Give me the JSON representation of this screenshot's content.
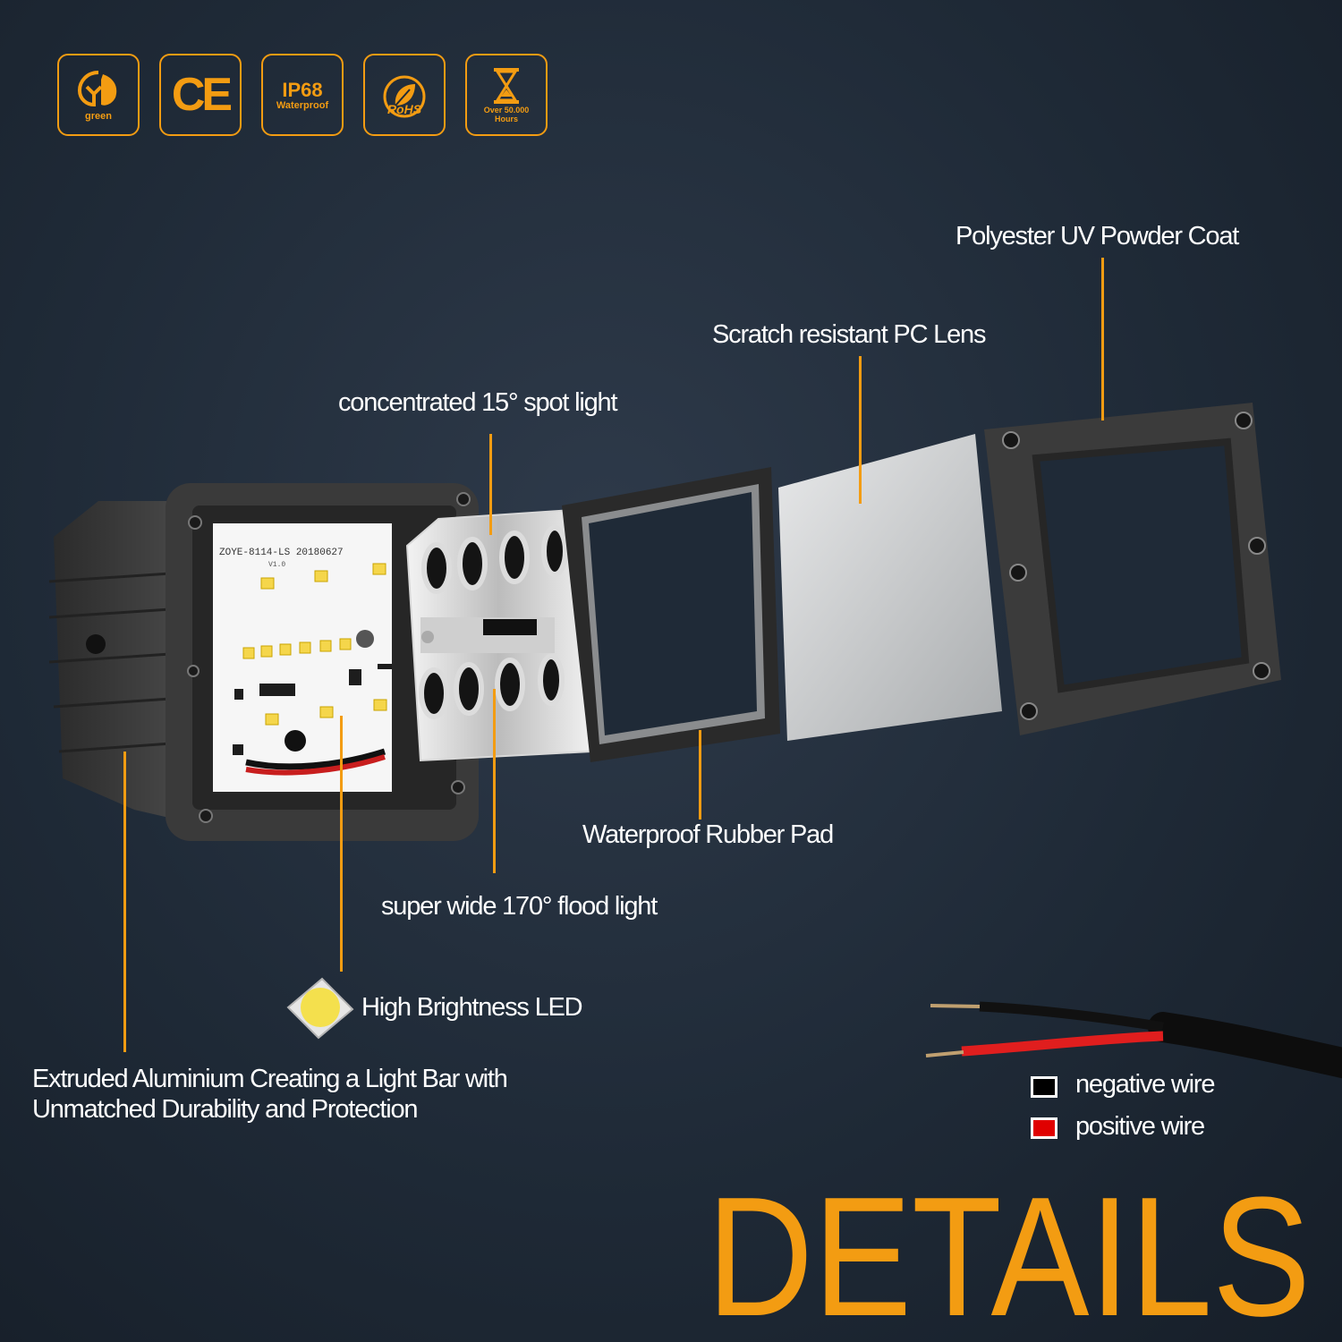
{
  "badges": [
    {
      "icon": "leaf-icon",
      "text": "green"
    },
    {
      "icon": "ce-mark-icon",
      "text": "CE"
    },
    {
      "icon": "waterproof-icon",
      "title": "IP68",
      "text": "Waterproof"
    },
    {
      "icon": "rohs-icon",
      "text": "RoHS"
    },
    {
      "icon": "hourglass-icon",
      "text1": "Over 50.000",
      "text2": "Hours"
    }
  ],
  "labels": {
    "coat": "Polyester UV Powder Coat",
    "lens": "Scratch resistant PC Lens",
    "spot": "concentrated 15° spot light",
    "rubber": "Waterproof Rubber Pad",
    "flood": "super wide 170° flood light",
    "led": "High Brightness LED",
    "aluminium1": "Extruded Aluminium Creating a Light Bar with",
    "aluminium2": "Unmatched Durability and Protection"
  },
  "pcb": {
    "code": "ZOYE-8114-LS 20180627",
    "version": "V1.0"
  },
  "legend": [
    {
      "label": "negative wire",
      "color": "#000000"
    },
    {
      "label": "positive wire",
      "color": "#e00000"
    }
  ],
  "title": "DETAILS",
  "colors": {
    "accent": "#f39c12",
    "background": "#1f2a37"
  }
}
